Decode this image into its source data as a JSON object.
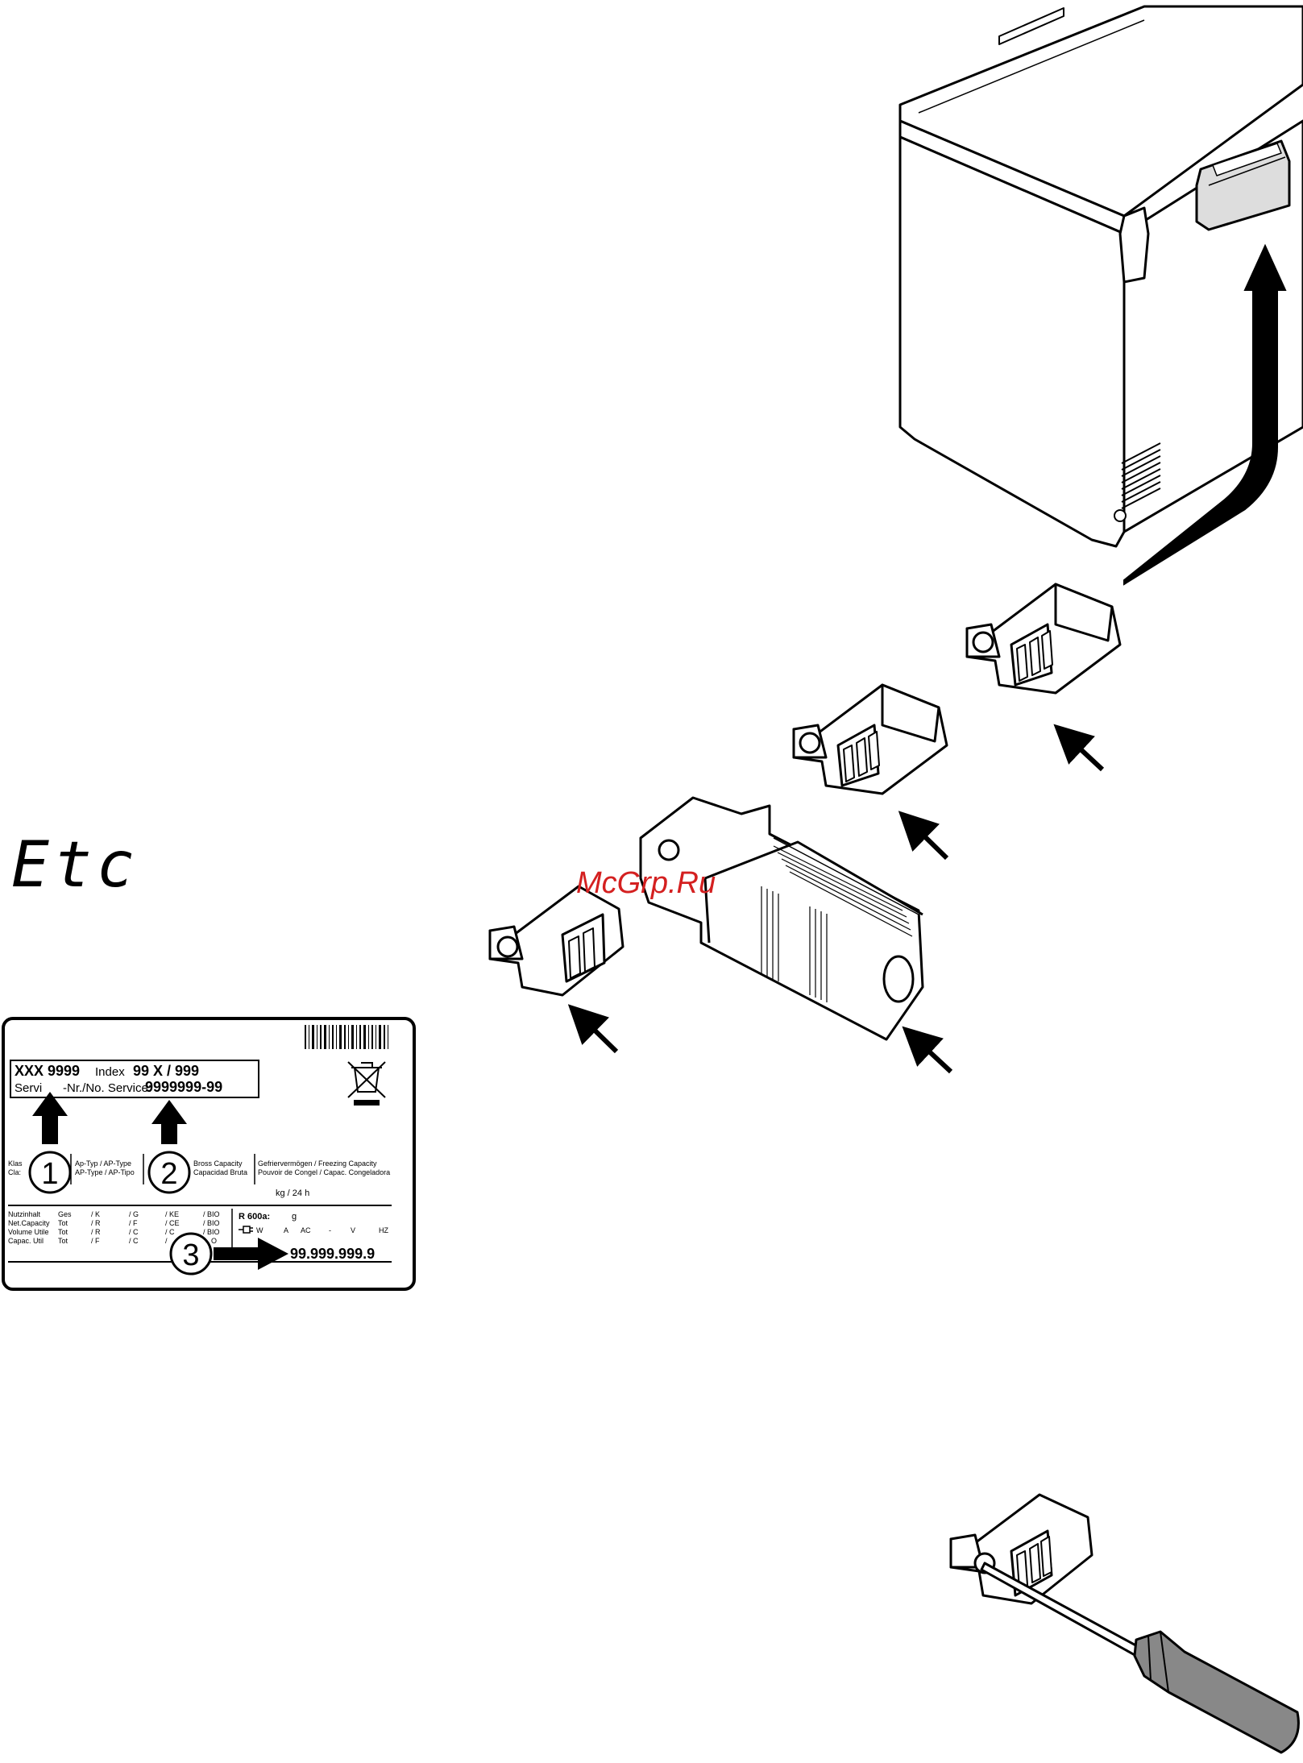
{
  "display_code": "Etc",
  "watermark": "McGrp.Ru",
  "rating_plate": {
    "model": "XXX 9999",
    "index_label": "Index",
    "index_value": "99 X / 999",
    "service_prefix_left": "Servi",
    "service_prefix_right": "-Nr./No. Service:",
    "service_number": "9999999-99",
    "serial_number": "99.999.999.9",
    "markers": [
      "1",
      "2",
      "3"
    ],
    "col1_line1": "Klas",
    "col1_line2": "Cla:",
    "col2_line1": "Ap-Typ / AP-Type",
    "col2_line2": "AP-Type / AP-Tipo",
    "col3_line1": "Bross Capacity",
    "col3_line2": "Capacidad Bruta",
    "col4_line1": "Gefriervermögen / Freezing Capacity",
    "col4_line2": "Pouvoir de Congel / Capac. Congeladora",
    "col4_line3": "kg / 24 h",
    "net_rows": [
      [
        "Nutzinhalt",
        "Ges",
        "/ K",
        "/ G",
        "/ KE",
        "/ BIO"
      ],
      [
        "Net.Capacity",
        "Tot",
        "/ R",
        "/ F",
        "/ CE",
        "/ BIO"
      ],
      [
        "Volume Utile",
        "Tot",
        "/ R",
        "/ C",
        "/ C",
        "/ BIO"
      ],
      [
        "Capac. Util",
        "Tot",
        "/ F",
        "/ C",
        "/",
        "O"
      ]
    ],
    "refrigerant": "R 600a:",
    "refrigerant_unit": "g",
    "elec_labels": [
      "W",
      "A",
      "AC",
      "-",
      "V",
      "HZ"
    ]
  },
  "colors": {
    "line": "#000000",
    "panel": "#ffffff",
    "watermark": "#d42020"
  }
}
